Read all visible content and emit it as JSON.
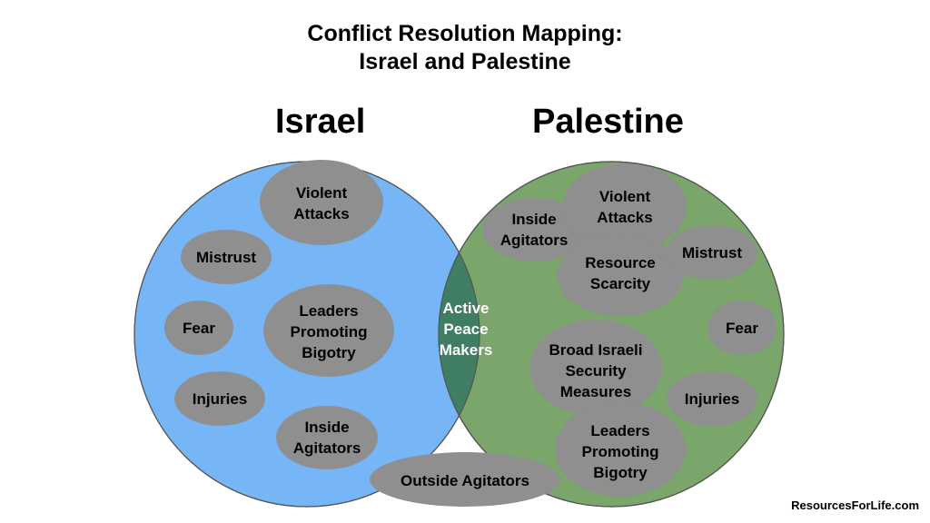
{
  "title": {
    "line1": "Conflict Resolution Mapping:",
    "line2": "Israel and Palestine"
  },
  "sets": {
    "israel": {
      "label": "Israel",
      "color": "#76b6f7"
    },
    "palestine": {
      "label": "Palestine",
      "color": "#7aa56b"
    },
    "overlap": {
      "color": "#3f7e62",
      "label_lines": [
        "Active",
        "Peace",
        "Makers"
      ]
    }
  },
  "israel_items": [
    {
      "lines": [
        "Violent",
        "Attacks"
      ]
    },
    {
      "lines": [
        "Mistrust"
      ]
    },
    {
      "lines": [
        "Fear"
      ]
    },
    {
      "lines": [
        "Leaders",
        "Promoting",
        "Bigotry"
      ]
    },
    {
      "lines": [
        "Injuries"
      ]
    },
    {
      "lines": [
        "Inside",
        "Agitators"
      ]
    }
  ],
  "palestine_items": [
    {
      "lines": [
        "Inside",
        "Agitators"
      ]
    },
    {
      "lines": [
        "Violent",
        "Attacks"
      ]
    },
    {
      "lines": [
        "Resource",
        "Scarcity"
      ]
    },
    {
      "lines": [
        "Mistrust"
      ]
    },
    {
      "lines": [
        "Fear"
      ]
    },
    {
      "lines": [
        "Broad Israeli",
        "Security",
        "Measures"
      ]
    },
    {
      "lines": [
        "Injuries"
      ]
    },
    {
      "lines": [
        "Leaders",
        "Promoting",
        "Bigotry"
      ]
    }
  ],
  "outside_item": {
    "lines": [
      "Outside Agitators"
    ]
  },
  "colors": {
    "bubble": "#8f8f8f",
    "outline": "#555555"
  },
  "footer": "ResourcesForLife.com"
}
